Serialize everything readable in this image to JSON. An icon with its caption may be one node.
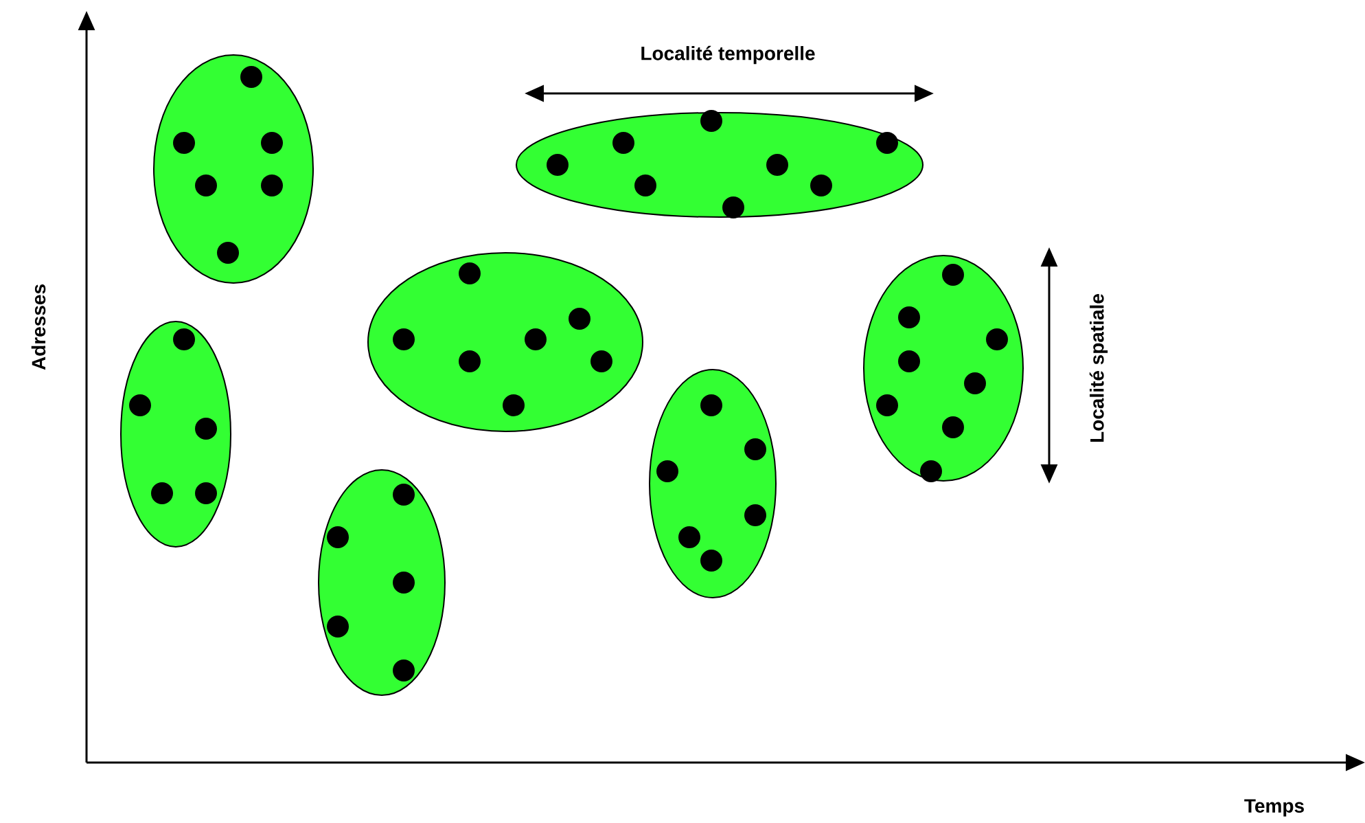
{
  "diagram": {
    "labels": [
      "Localité temporelle",
      "Adresses",
      "Localité spatiale",
      "Temps"
    ]
  }
}
